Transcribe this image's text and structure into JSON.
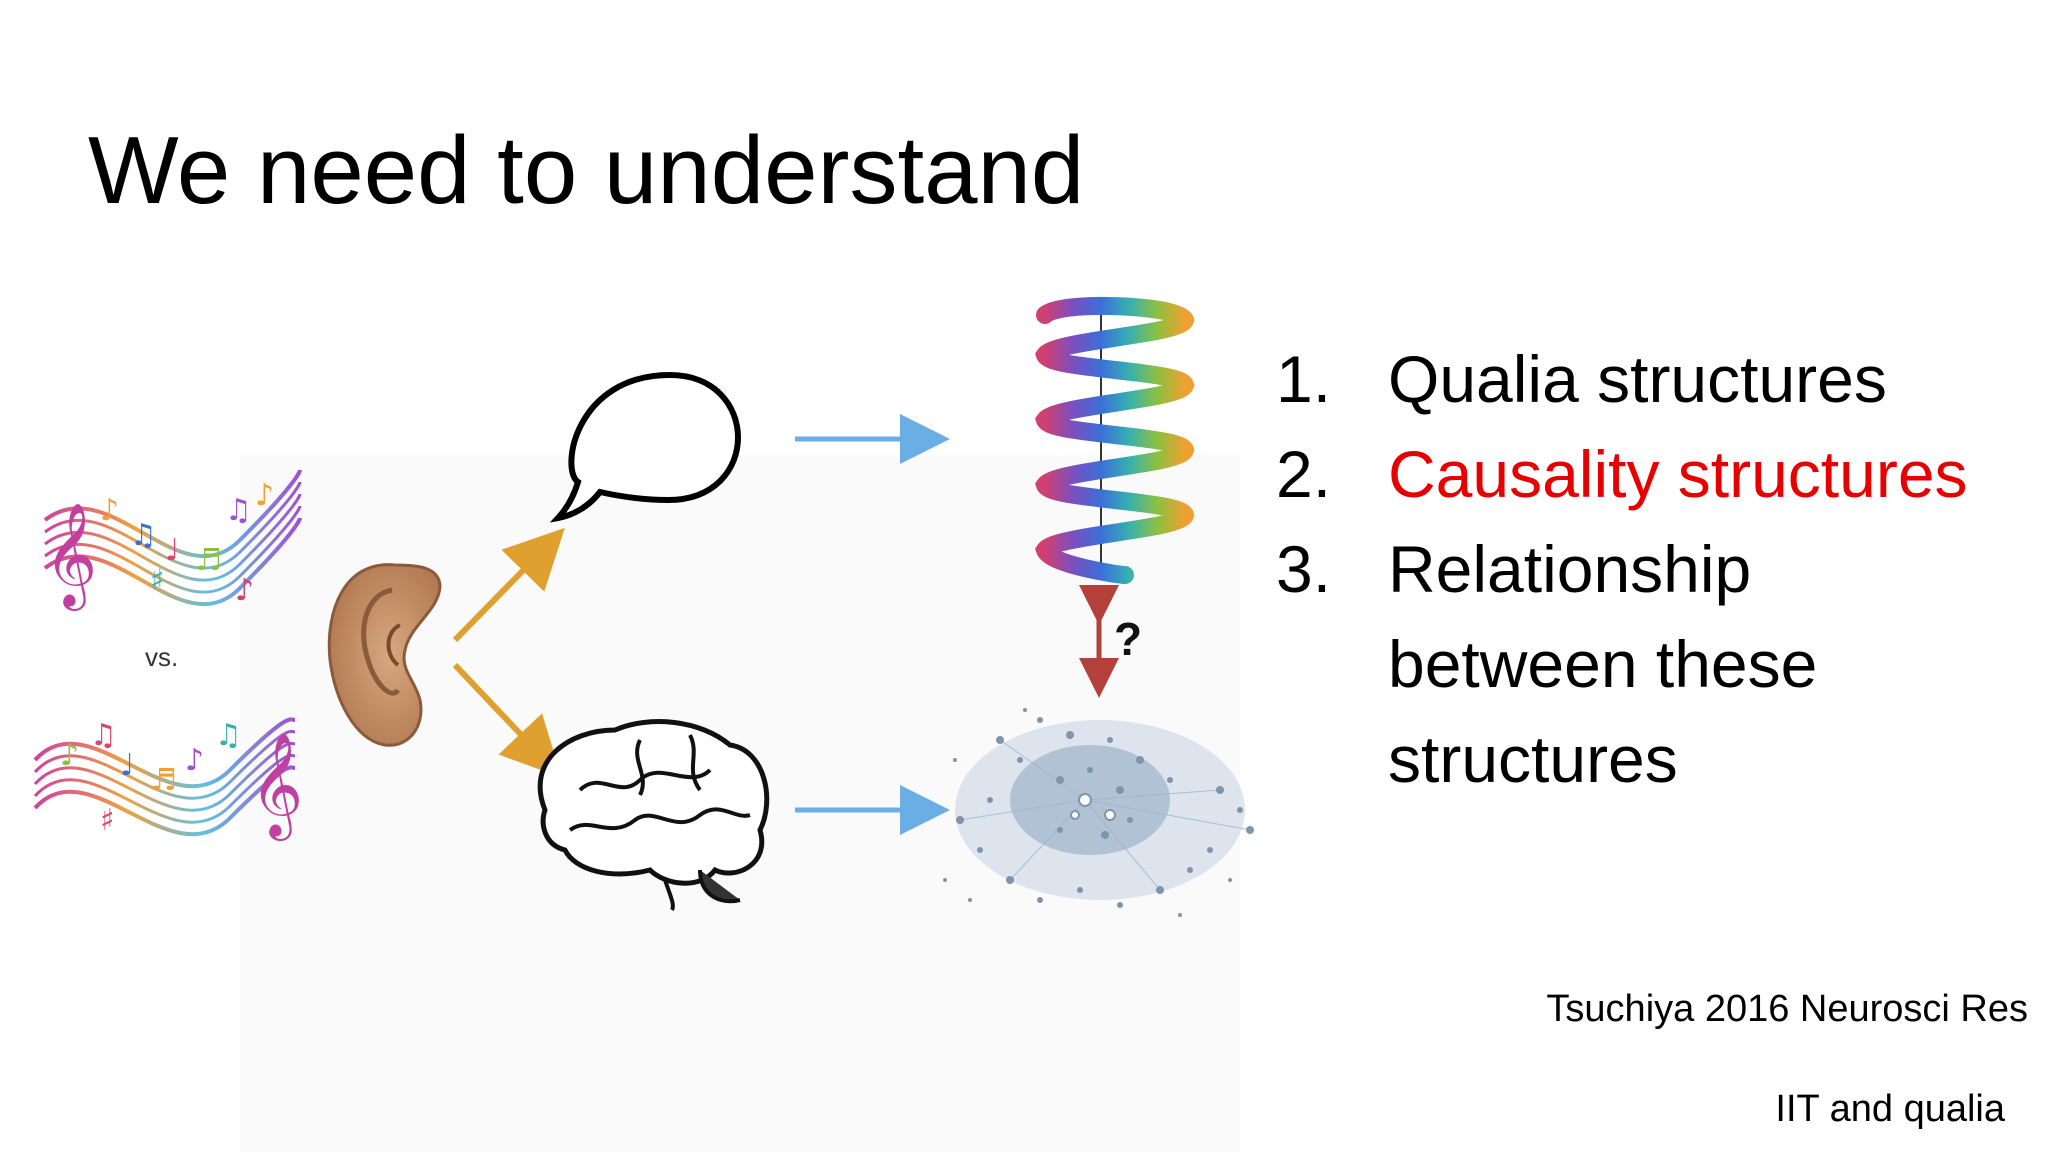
{
  "slide": {
    "title": "We need to understand",
    "list": [
      {
        "number": "1.",
        "text": "Qualia structures",
        "color": "#000000"
      },
      {
        "number": "2.",
        "text": "Causality structures",
        "color": "#e60000"
      },
      {
        "number": "3.",
        "text": "Relationship between these structures",
        "color": "#000000"
      }
    ],
    "citation": "Tsuchiya 2016 Neurosci Res",
    "footer": "IIT and qualia"
  },
  "figure": {
    "vs_label": "vs.",
    "question_mark": "?",
    "icons": [
      "music-staff-icon",
      "ear-icon",
      "speech-bubble-icon",
      "brain-icon",
      "helix-icon",
      "network-graph-icon"
    ],
    "colors": {
      "orange_arrow": "#e0a030",
      "blue_arrow": "#6aaee6",
      "red_arrow": "#b3403a",
      "accent_red": "#e60000"
    }
  }
}
